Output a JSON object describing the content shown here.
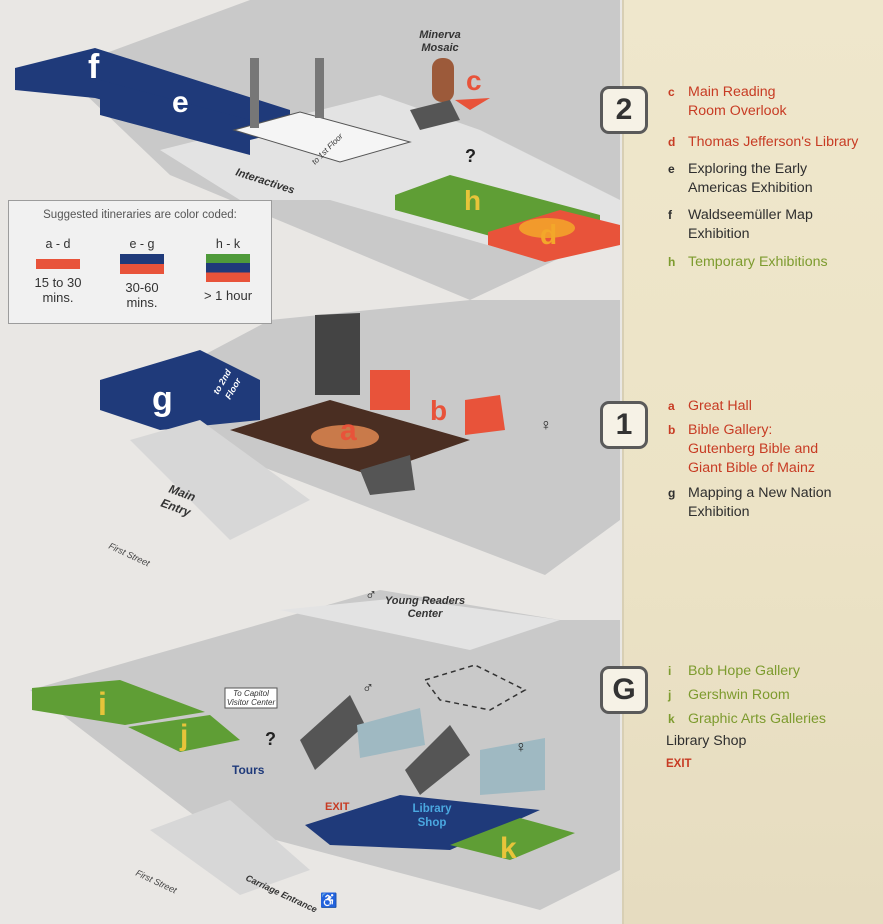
{
  "floors": [
    {
      "badge": "2",
      "items": [
        {
          "key": "c",
          "text": "Main Reading Room Overlook",
          "lines": [
            "Main Reading",
            "Room Overlook"
          ],
          "color": "#c73b23"
        },
        {
          "key": "d",
          "text": "Thomas Jefferson's Library",
          "lines": [
            "Thomas Jefferson's Library"
          ],
          "color": "#c73b23"
        },
        {
          "key": "e",
          "text": "Exploring the Early Americas Exhibition",
          "lines": [
            "Exploring the Early",
            "Americas Exhibition"
          ],
          "color": "#2e2e2e"
        },
        {
          "key": "f",
          "text": "Waldseemüller Map Exhibition",
          "lines": [
            "Waldseemüller Map",
            "Exhibition"
          ],
          "color": "#2e2e2e"
        },
        {
          "key": "h",
          "text": "Temporary Exhibitions",
          "lines": [
            "Temporary Exhibitions"
          ],
          "color": "#7d9b2e"
        }
      ]
    },
    {
      "badge": "1",
      "items": [
        {
          "key": "a",
          "text": "Great Hall",
          "lines": [
            "Great Hall"
          ],
          "color": "#c73b23"
        },
        {
          "key": "b",
          "text": "Bible Gallery: Gutenberg Bible and Giant Bible of Mainz",
          "lines": [
            "Bible Gallery:",
            "Gutenberg Bible and",
            "Giant Bible of Mainz"
          ],
          "color": "#c73b23"
        },
        {
          "key": "g",
          "text": "Mapping a New Nation Exhibition",
          "lines": [
            "Mapping a New Nation",
            "Exhibition"
          ],
          "color": "#2e2e2e"
        }
      ]
    },
    {
      "badge": "G",
      "items": [
        {
          "key": "i",
          "text": "Bob Hope Gallery",
          "lines": [
            "Bob Hope Gallery"
          ],
          "color": "#7d9b2e"
        },
        {
          "key": "j",
          "text": "Gershwin Room",
          "lines": [
            "Gershwin Room"
          ],
          "color": "#7d9b2e"
        },
        {
          "key": "k",
          "text": "Graphic Arts Galleries",
          "lines": [
            "Graphic Arts Galleries"
          ],
          "color": "#7d9b2e"
        }
      ],
      "extra": [
        "Library Shop"
      ],
      "exit": "EXIT"
    }
  ],
  "itinerary": {
    "title": "Suggested itineraries are color coded:",
    "groups": [
      {
        "range": "a - d",
        "duration_lines": [
          "15 to 30",
          "mins."
        ],
        "colors": [
          "#e8533a"
        ]
      },
      {
        "range": "e - g",
        "duration_lines": [
          "30-60",
          "mins."
        ],
        "colors": [
          "#e8533a",
          "#1f3a7a"
        ]
      },
      {
        "range": "h - k",
        "duration_lines": [
          "> 1 hour"
        ],
        "colors": [
          "#e8533a",
          "#1f3a7a",
          "#4f9a3a"
        ]
      }
    ]
  },
  "map_labels": {
    "minerva": [
      "Minerva",
      "Mosaic"
    ],
    "interactives": "Interactives",
    "to_1st_floor": "to 1st Floor",
    "to_2nd_floor": [
      "to 2nd",
      "Floor"
    ],
    "main_entry": [
      "Main",
      "Entry"
    ],
    "first_street": "First Street",
    "young_readers": [
      "Young Readers",
      "Center"
    ],
    "capitol": [
      "To Capitol",
      "Visitor Center"
    ],
    "tours": "Tours",
    "exit": "EXIT",
    "library_shop": [
      "Library",
      "Shop"
    ],
    "carriage": "Carriage Entrance",
    "room_letters": {
      "a": "a",
      "b": "b",
      "c": "c",
      "d": "d",
      "e": "e",
      "f": "f",
      "g": "g",
      "h": "h",
      "i": "i",
      "j": "j",
      "k": "k"
    }
  },
  "colors": {
    "red": "#e8533a",
    "navy": "#1f3a7a",
    "green": "#5f9e35",
    "panel_red": "#c73b23",
    "panel_green": "#7d9b2e"
  }
}
